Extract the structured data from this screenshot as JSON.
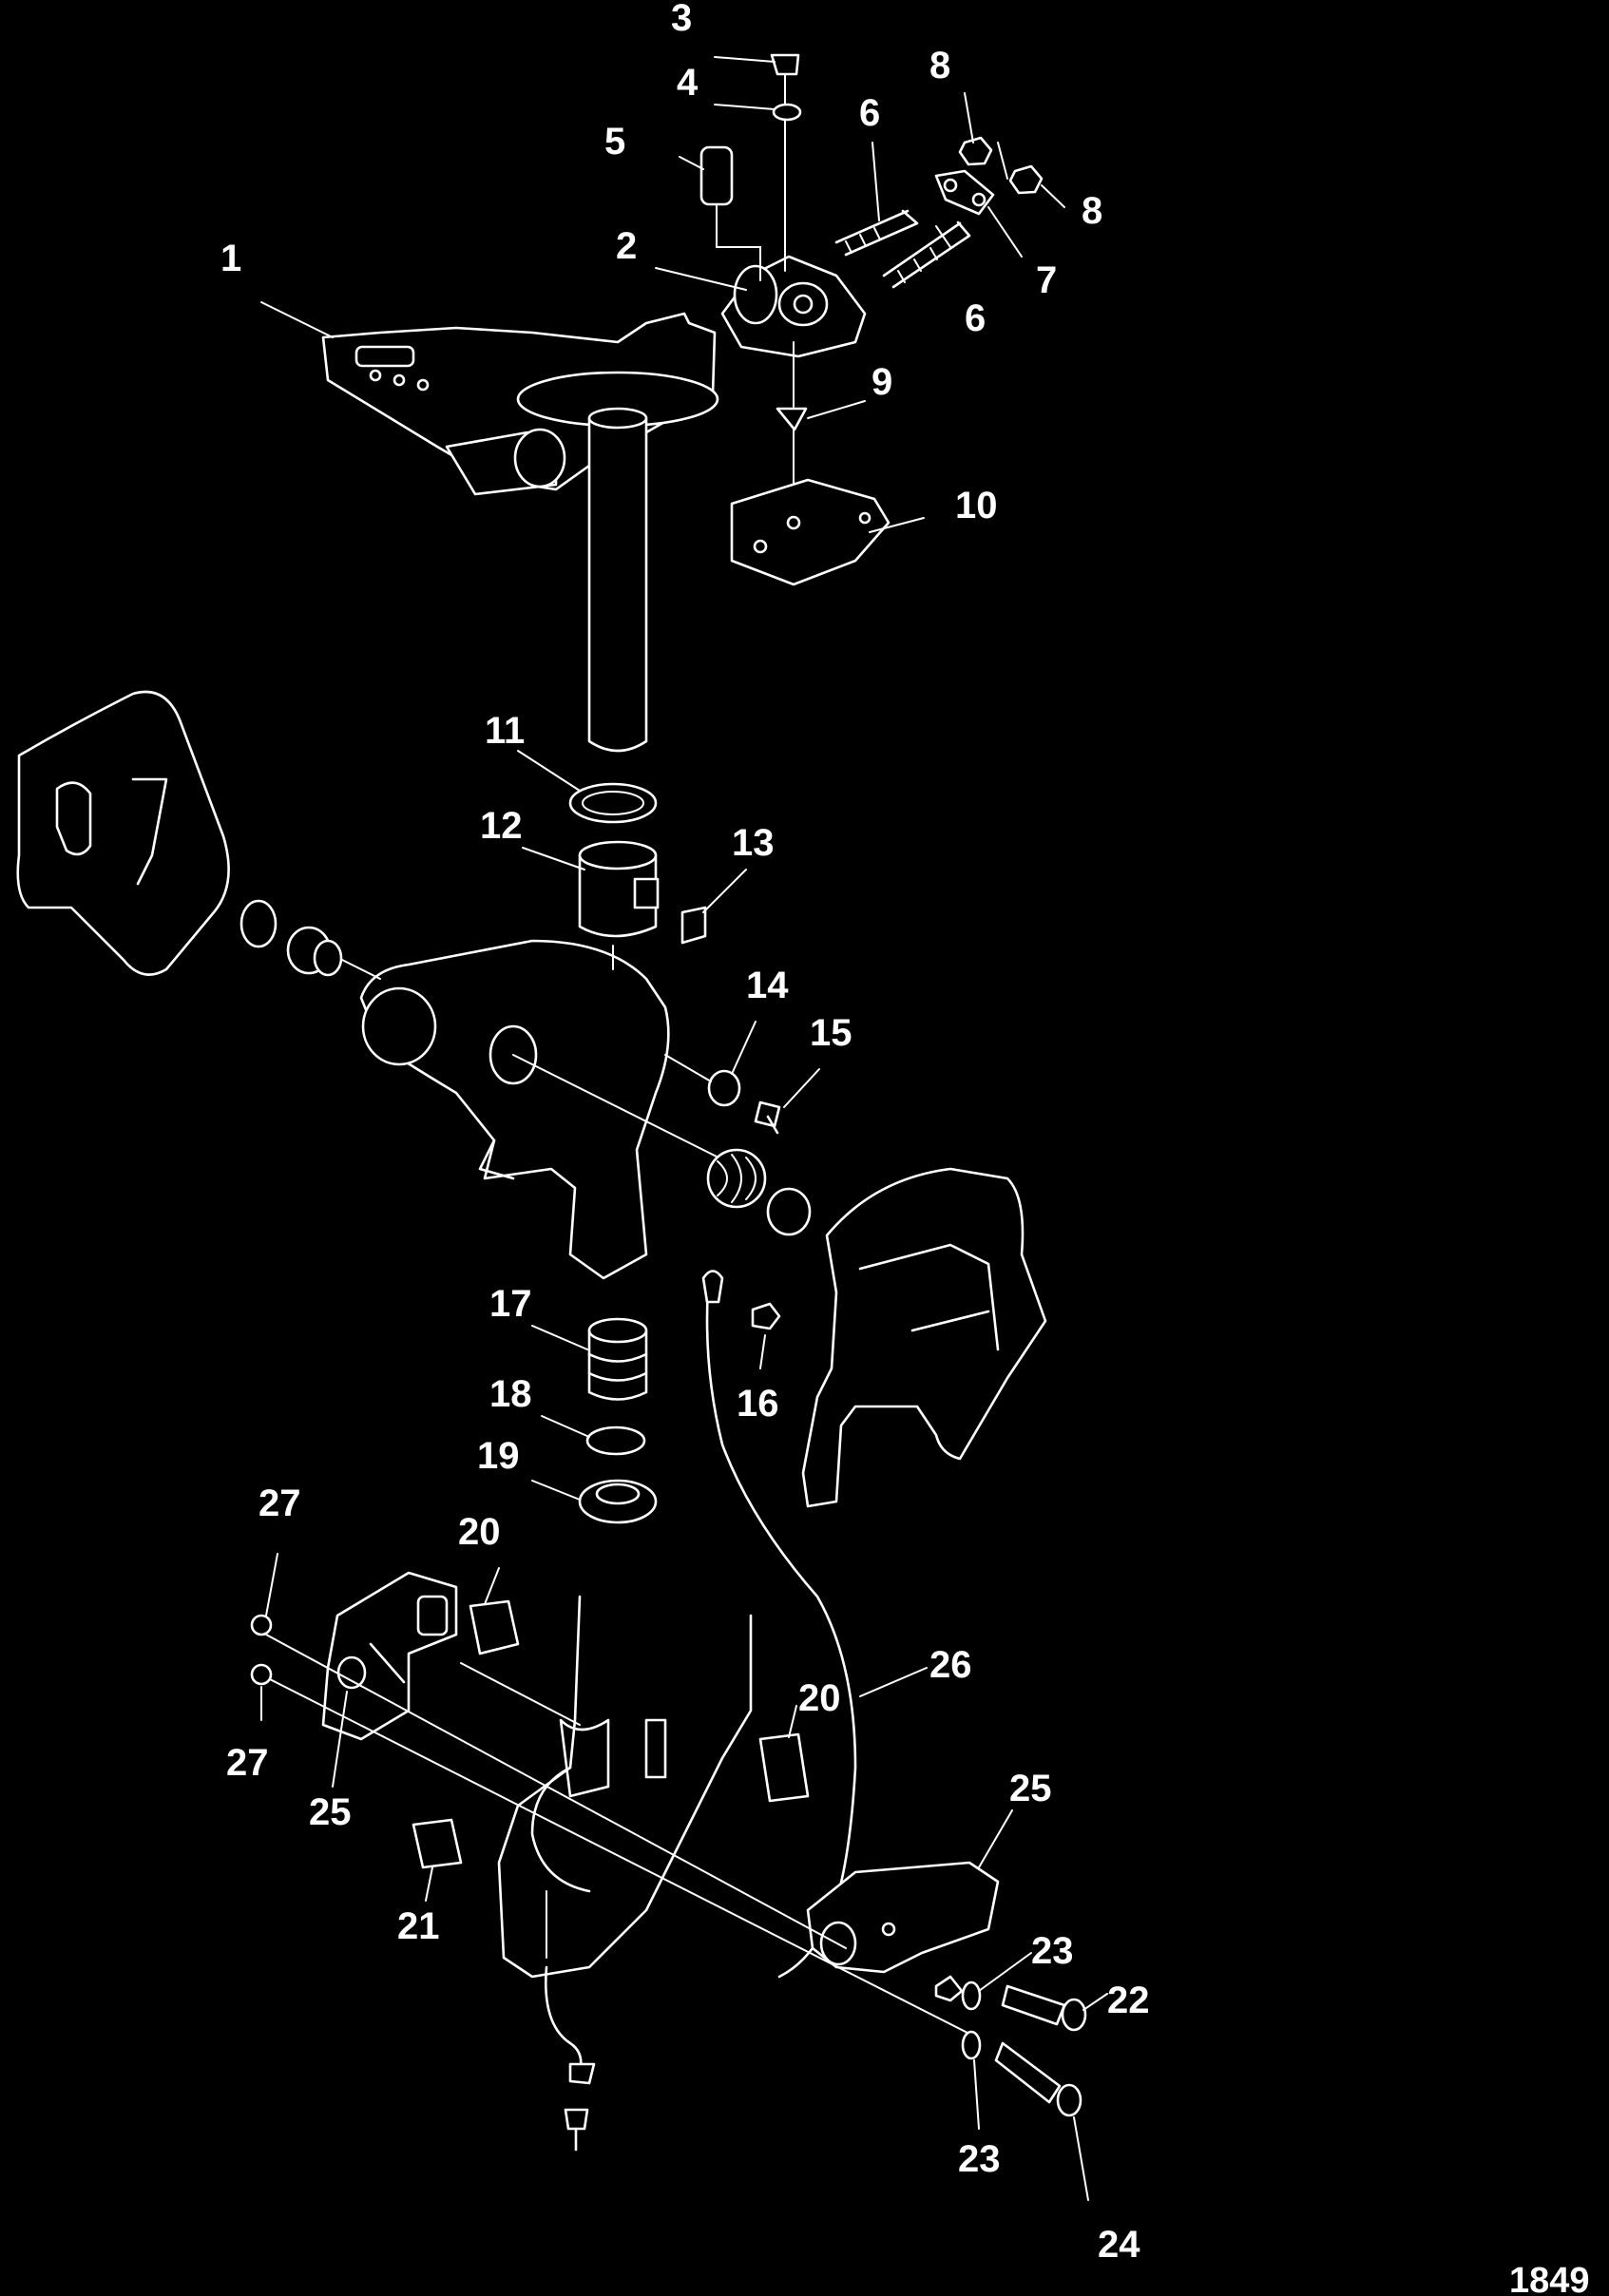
{
  "figure_number": "1849",
  "callouts": [
    "1",
    "2",
    "3",
    "4",
    "5",
    "6",
    "6",
    "7",
    "8",
    "8",
    "9",
    "10",
    "11",
    "12",
    "13",
    "14",
    "15",
    "16",
    "17",
    "18",
    "19",
    "20",
    "20",
    "21",
    "22",
    "23",
    "23",
    "24",
    "25",
    "25",
    "26",
    "27",
    "27"
  ],
  "colors": {
    "background": "#000000",
    "line": "#ffffff"
  }
}
